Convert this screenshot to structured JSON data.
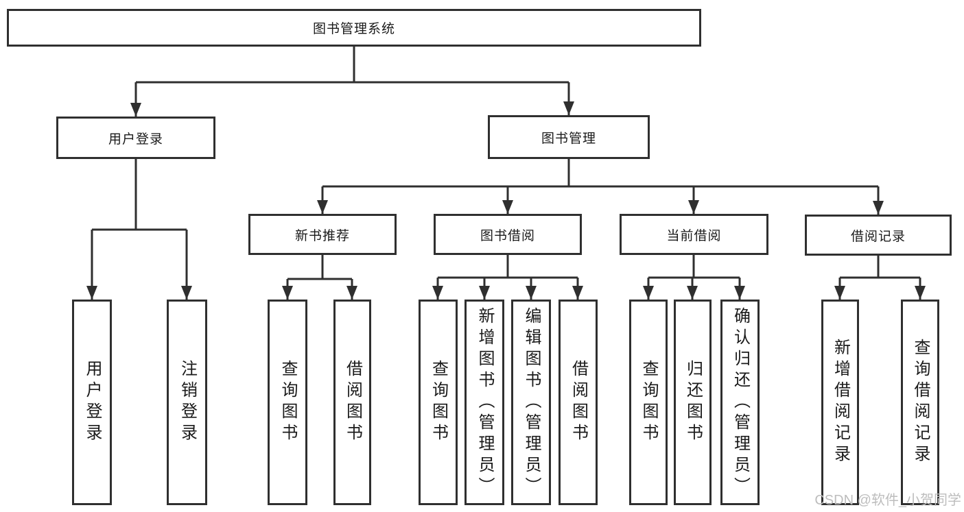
{
  "diagram": {
    "root": {
      "label": "图书管理系统"
    },
    "level2": {
      "user_login": {
        "label": "用户登录"
      },
      "book_management": {
        "label": "图书管理"
      }
    },
    "level3": {
      "new_book_recommend": {
        "label": "新书推荐"
      },
      "book_borrow": {
        "label": "图书借阅"
      },
      "current_borrow": {
        "label": "当前借阅"
      },
      "borrow_records": {
        "label": "借阅记录"
      }
    },
    "leaves": {
      "user_login_leaf": {
        "label": "用户登录"
      },
      "logout": {
        "label": "注销登录"
      },
      "rec_query_book": {
        "label": "查询图书"
      },
      "rec_borrow_book": {
        "label": "借阅图书"
      },
      "borrow_query_book": {
        "label": "查询图书"
      },
      "borrow_add_book": {
        "label": "新增图书（管理员）"
      },
      "borrow_edit_book": {
        "label": "编辑图书（管理员）"
      },
      "borrow_borrow_book": {
        "label": "借阅图书"
      },
      "current_query_book": {
        "label": "查询图书"
      },
      "current_return_book": {
        "label": "归还图书"
      },
      "current_confirm_return": {
        "label": "确认归还（管理员）"
      },
      "record_add": {
        "label": "新增借阅记录"
      },
      "record_query": {
        "label": "查询借阅记录"
      }
    }
  },
  "watermark": {
    "text": "CSDN @软件_小贺同学"
  },
  "colors": {
    "line": "#2f2f2f",
    "text": "#1a1a1a",
    "watermark": "#bdbdbd",
    "background": "#ffffff"
  }
}
